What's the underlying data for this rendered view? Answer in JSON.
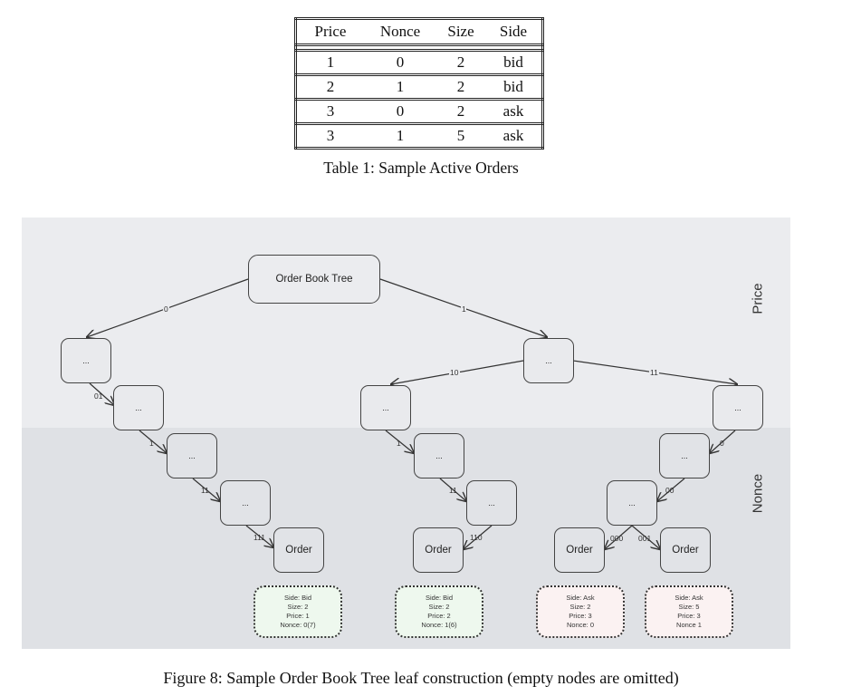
{
  "table": {
    "columns": [
      "Price",
      "Nonce",
      "Size",
      "Side"
    ],
    "rows": [
      [
        "1",
        "0",
        "2",
        "bid"
      ],
      [
        "2",
        "1",
        "2",
        "bid"
      ],
      [
        "3",
        "0",
        "2",
        "ask"
      ],
      [
        "3",
        "1",
        "5",
        "ask"
      ]
    ],
    "caption": "Table 1: Sample Active Orders"
  },
  "figure": {
    "bands": {
      "price": "Price",
      "nonce": "Nonce"
    },
    "root_label": "Order Book Tree",
    "inner_label": "...",
    "order_label": "Order",
    "edges": {
      "root_left": "0",
      "root_right": "1",
      "right_left": "10",
      "right_right": "11",
      "left_chain": [
        "01",
        "1",
        "11",
        "111"
      ],
      "mid_chain": [
        "1",
        "11",
        "110"
      ],
      "right_chain": [
        "0",
        "00",
        "000",
        "001"
      ]
    },
    "leaves": [
      {
        "side": "Side: Bid",
        "size": "Size: 2",
        "price": "Price: 1",
        "nonce": "Nonce: 0(7)",
        "kind": "bid"
      },
      {
        "side": "Side: Bid",
        "size": "Size: 2",
        "price": "Price: 2",
        "nonce": "Nonce: 1(6)",
        "kind": "bid"
      },
      {
        "side": "Side: Ask",
        "size": "Size: 2",
        "price": "Price: 3",
        "nonce": "Nonce: 0",
        "kind": "ask"
      },
      {
        "side": "Side: Ask",
        "size": "Size: 5",
        "price": "Price: 3",
        "nonce": "Nonce 1",
        "kind": "ask"
      }
    ],
    "colors": {
      "bid_fill": "#eef8ee",
      "ask_fill": "#fbf2f2",
      "price_band": "#ebecef",
      "nonce_band": "#dfe1e5"
    },
    "caption": "Figure 8: Sample Order Book Tree leaf construction (empty nodes are omitted)"
  }
}
